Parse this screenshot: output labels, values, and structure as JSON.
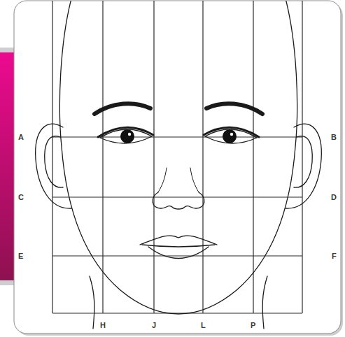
{
  "diagram": {
    "labels": [
      "A",
      "B",
      "C",
      "D",
      "E",
      "F",
      "H",
      "J",
      "L",
      "P"
    ]
  }
}
